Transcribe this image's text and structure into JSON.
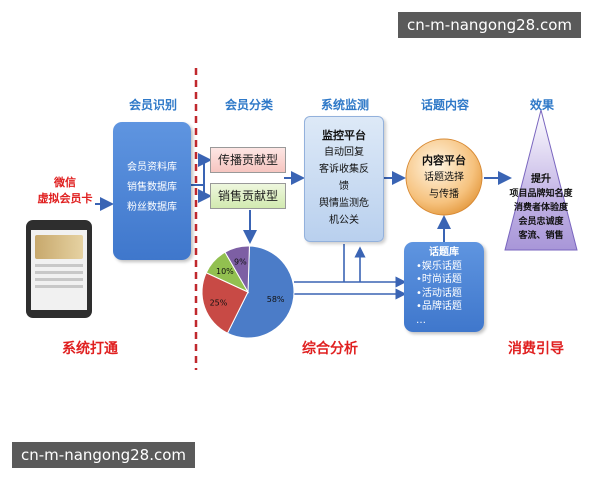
{
  "watermark_top": "cn-m-nangong28.com",
  "watermark_bottom": "cn-m-nangong28.com",
  "headers": {
    "member_identify": "会员识别",
    "member_classify": "会员分类",
    "system_monitor": "系统监测",
    "topic_content": "话题内容",
    "effect": "效果"
  },
  "left_label": [
    "微信",
    "虚拟会员卡"
  ],
  "member_db": [
    "会员资料库",
    "销售数据库",
    "粉丝数据库"
  ],
  "classify": {
    "spread": "传播贡献型",
    "sales": "销售贡献型"
  },
  "pie": {
    "slices": [
      {
        "label": "58%",
        "value": 58,
        "color": "#4b7cc8"
      },
      {
        "label": "25%",
        "value": 25,
        "color": "#c84a45"
      },
      {
        "label": "10%",
        "value": 10,
        "color": "#92c050"
      },
      {
        "label": "9%",
        "value": 9,
        "color": "#7d5fa4"
      }
    ]
  },
  "monitor": {
    "title": "监控平台",
    "lines": [
      "自动回复",
      "客诉收集反",
      "馈",
      "舆情监测危",
      "机公关"
    ]
  },
  "content_platform": {
    "title": "内容平台",
    "lines": [
      "话题选择",
      "与传播"
    ]
  },
  "topic_lib": {
    "title": "话题库",
    "items": [
      "•娱乐话题",
      "•时尚话题",
      "•活动话题",
      "•品牌话题",
      "…"
    ]
  },
  "effect": {
    "title": "提升",
    "lines": [
      "项目品牌知名度",
      "消费者体验度",
      "会员忠诚度",
      "客流、销售"
    ]
  },
  "sections": {
    "system_connect": "系统打通",
    "analysis": "综合分析",
    "consumer_guide": "消费引导"
  }
}
